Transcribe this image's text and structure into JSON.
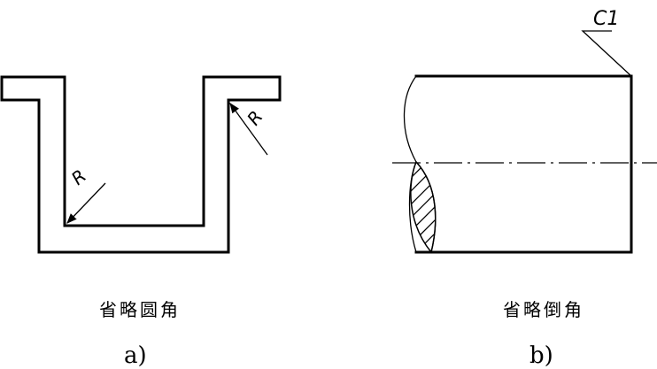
{
  "figure_a": {
    "caption": "省略圆角",
    "sublabel": "a)",
    "radius_label_left": "R",
    "radius_label_right": "R"
  },
  "figure_b": {
    "caption": "省略倒角",
    "sublabel": "b)",
    "chamfer_label": "C1"
  }
}
